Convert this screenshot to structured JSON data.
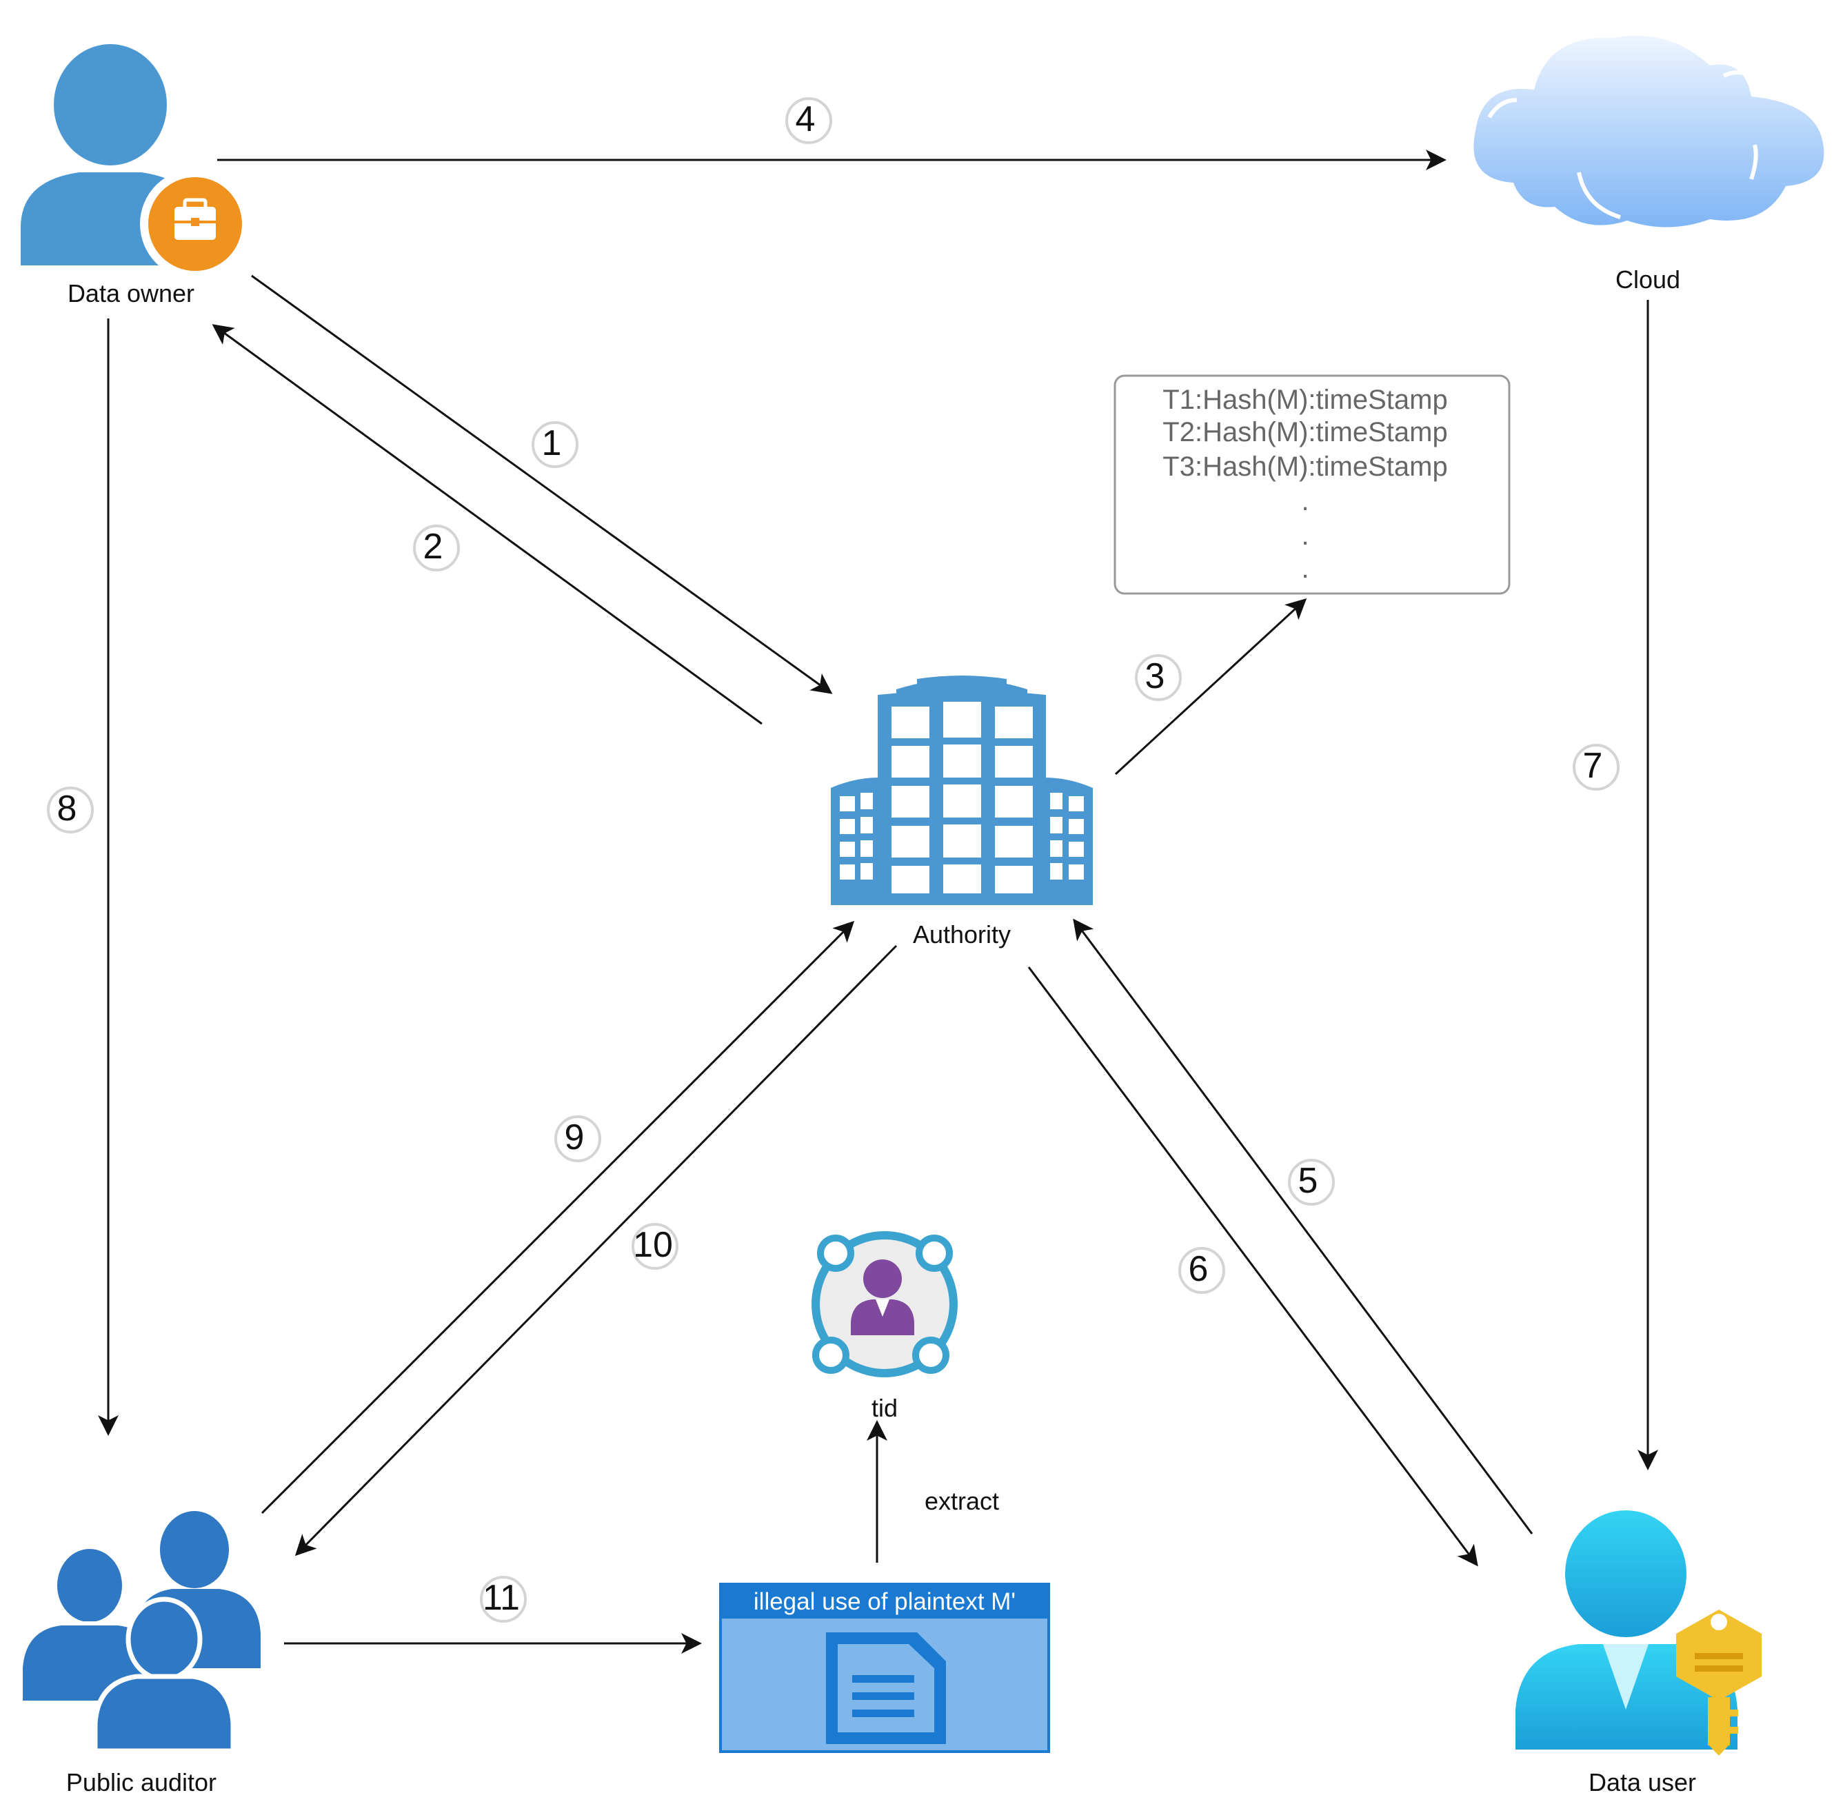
{
  "nodes": {
    "data_owner": {
      "label": "Data owner",
      "icon": "user-briefcase-icon"
    },
    "cloud": {
      "label": "Cloud",
      "icon": "cloud-icon"
    },
    "authority": {
      "label": "Authority",
      "icon": "building-icon"
    },
    "public_auditor": {
      "label": "Public auditor",
      "icon": "user-group-icon"
    },
    "data_user": {
      "label": "Data user",
      "icon": "user-key-icon"
    },
    "tid": {
      "label": "tid",
      "icon": "identity-hub-icon"
    },
    "plaintext": {
      "label": "illegal use of plaintext M'",
      "icon": "document-icon"
    }
  },
  "ledger": {
    "lines": [
      "T1:Hash(M):timeStamp",
      "T2:Hash(M):timeStamp",
      "T3:Hash(M):timeStamp",
      ".",
      ".",
      "."
    ]
  },
  "edge_labels": {
    "extract": "extract"
  },
  "steps": [
    "1",
    "2",
    "3",
    "4",
    "5",
    "6",
    "7",
    "8",
    "9",
    "10",
    "11"
  ],
  "colors": {
    "person_blue": "#4a97d2",
    "building_blue": "#4a97d2",
    "group_blue": "#2e78c4",
    "briefcase_orange": "#f0921e",
    "user_cyan": "#2bc6ec",
    "key_yellow": "#f2c12e",
    "doc_bg": "#7fb7ea",
    "doc_header": "#1a79d0",
    "tid_purple": "#7f4a9e",
    "tid_ring": "#3aa3cf",
    "arrow": "#111111"
  }
}
